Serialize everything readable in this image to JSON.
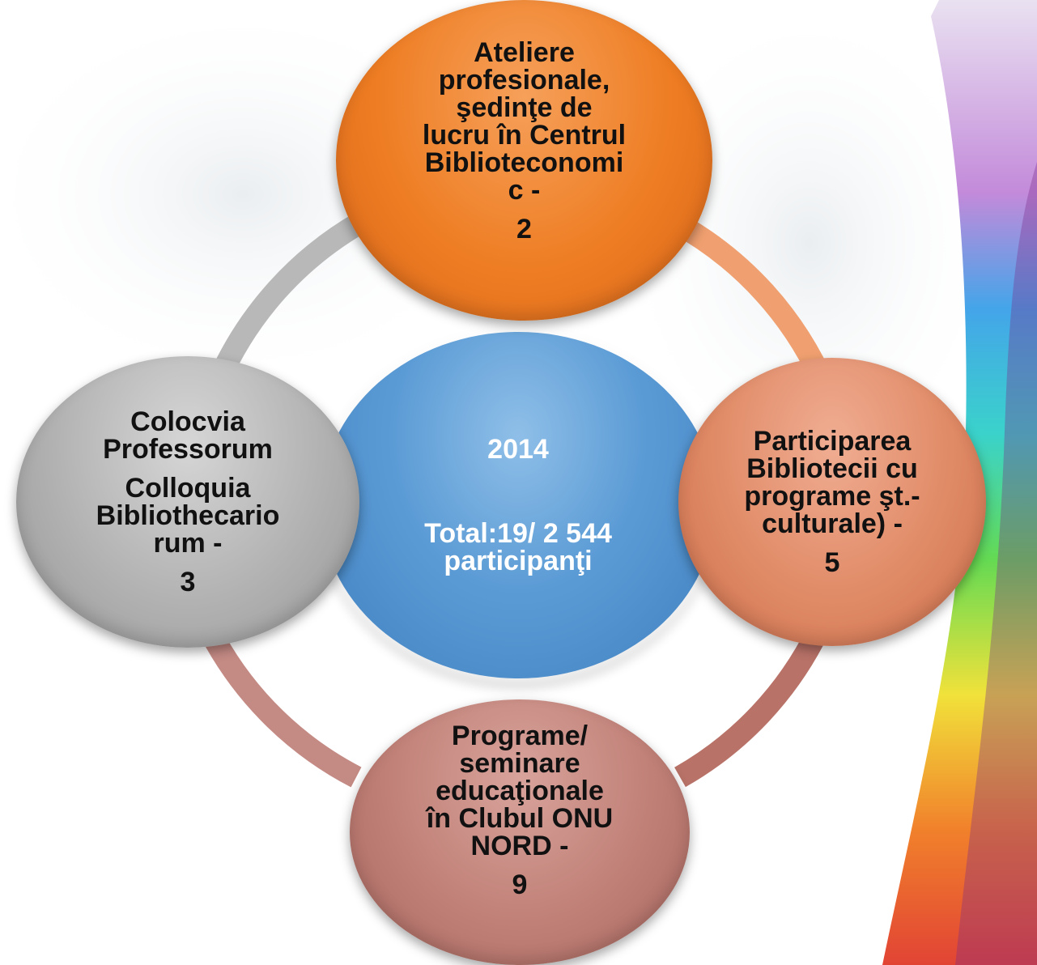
{
  "center": {
    "year": "2014",
    "total": "Total:19/ 2 544",
    "participants": "participanţi"
  },
  "nodes": {
    "top": {
      "lines": [
        "Ateliere",
        "profesionale,",
        "şedinţe de",
        "lucru în Centrul",
        "Biblioteconomi",
        "c -"
      ],
      "count": "2"
    },
    "right": {
      "lines": [
        "Participarea",
        "Bibliotecii cu",
        "programe şt.-",
        "culturale) -"
      ],
      "count": "5"
    },
    "bottom": {
      "lines": [
        "Programe/",
        "seminare",
        "educaţionale",
        "în Clubul ONU",
        "NORD -"
      ],
      "count": "9"
    },
    "left": {
      "lines_a": [
        "Colocvia",
        "Professorum"
      ],
      "lines_b": [
        "Colloquia",
        "Bibliothecario",
        "rum -"
      ],
      "count": "3"
    }
  },
  "colors": {
    "center": "#5b9bd5",
    "top": "#ee7d23",
    "right": "#e08a66",
    "bottom": "#c08077",
    "left": "#b2b2b2"
  }
}
